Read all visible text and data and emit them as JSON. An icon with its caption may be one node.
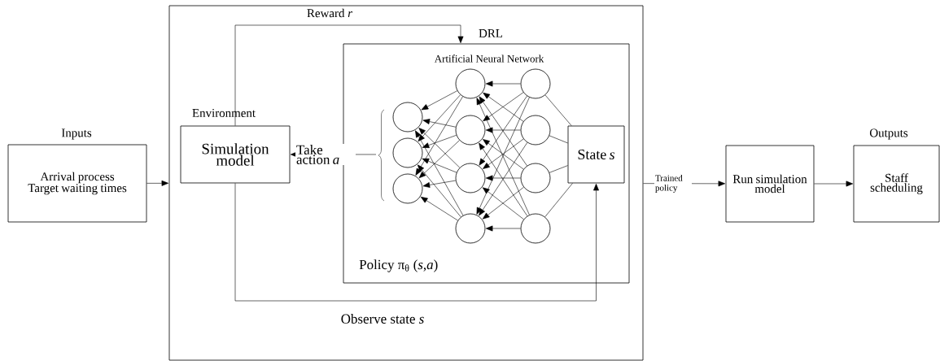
{
  "diagram": {
    "nodes": [
      {
        "text": [
          "Inputs",
          "Arrival process Target waiting times"
        ]
      },
      {
        "text": [],
        "shape": "box"
      },
      {
        "text": [
          "Environment",
          "Simulation model"
        ],
        "in": 1
      },
      {
        "text": [
          "DRL",
          "Artificial Neural Network",
          "Policy π$_{θ}$ (*s*,*a*)"
        ],
        "in": 1
      },
      {
        "text": [],
        "shape": "circle",
        "in": 3
      },
      {
        "text": [],
        "shape": "circle",
        "in": 3
      },
      {
        "text": [],
        "shape": "circle",
        "in": 3
      },
      {
        "text": [],
        "shape": "circle",
        "in": 3
      },
      {
        "text": [],
        "shape": "circle",
        "in": 3
      },
      {
        "text": [],
        "shape": "circle",
        "in": 3
      },
      {
        "text": [],
        "shape": "circle",
        "in": 3
      },
      {
        "text": [],
        "shape": "circle",
        "in": 3
      },
      {
        "text": [],
        "shape": "circle",
        "in": 3
      },
      {
        "text": [],
        "shape": "circle",
        "in": 3
      },
      {
        "text": [],
        "shape": "circle",
        "in": 3
      },
      {
        "text": [
          "State *s*"
        ],
        "in": 3
      },
      {
        "text": [
          "Run simulation model"
        ]
      },
      {
        "text": [
          "Outputs",
          "Staff scheduling"
        ]
      }
    ],
    "edges": [
      {
        "from": 0,
        "to": 1,
        "arrow": "to"
      },
      {
        "from": 2,
        "to": 3,
        "arrow": "to",
        "label": "Reward *r*"
      },
      {
        "from": null,
        "to": 2,
        "arrow": "to",
        "label": "Take action *a*"
      },
      {
        "from": 2,
        "to": 15,
        "arrow": "to",
        "label": "Observe state *s*"
      },
      {
        "from": 1,
        "to": 16,
        "arrow": "to",
        "label": "Trained policy"
      },
      {
        "from": 16,
        "to": 17,
        "arrow": "to"
      },
      {
        "from": 7,
        "to": 4,
        "arrow": "to"
      },
      {
        "from": 7,
        "to": 5,
        "arrow": "to"
      },
      {
        "from": 7,
        "to": 6,
        "arrow": "to"
      },
      {
        "from": 8,
        "to": 4,
        "arrow": "to"
      },
      {
        "from": 8,
        "to": 5,
        "arrow": "to"
      },
      {
        "from": 8,
        "to": 6,
        "arrow": "to"
      },
      {
        "from": 9,
        "to": 4,
        "arrow": "to"
      },
      {
        "from": 9,
        "to": 5,
        "arrow": "to"
      },
      {
        "from": 9,
        "to": 6,
        "arrow": "to"
      },
      {
        "from": 10,
        "to": 4,
        "arrow": "to"
      },
      {
        "from": 10,
        "to": 5,
        "arrow": "to"
      },
      {
        "from": 10,
        "to": 6,
        "arrow": "to"
      },
      {
        "from": 11,
        "to": 7,
        "arrow": "to"
      },
      {
        "from": 11,
        "to": 8,
        "arrow": "to"
      },
      {
        "from": 11,
        "to": 9,
        "arrow": "to"
      },
      {
        "from": 11,
        "to": 10,
        "arrow": "to"
      },
      {
        "from": 12,
        "to": 7,
        "arrow": "to"
      },
      {
        "from": 12,
        "to": 8,
        "arrow": "to"
      },
      {
        "from": 12,
        "to": 9,
        "arrow": "to"
      },
      {
        "from": 12,
        "to": 10,
        "arrow": "to"
      },
      {
        "from": 13,
        "to": 7,
        "arrow": "to"
      },
      {
        "from": 13,
        "to": 8,
        "arrow": "to"
      },
      {
        "from": 13,
        "to": 9,
        "arrow": "to"
      },
      {
        "from": 13,
        "to": 10,
        "arrow": "to"
      },
      {
        "from": 14,
        "to": 7,
        "arrow": "to"
      },
      {
        "from": 14,
        "to": 8,
        "arrow": "to"
      },
      {
        "from": 14,
        "to": 9,
        "arrow": "to"
      },
      {
        "from": 14,
        "to": 10,
        "arrow": "to"
      },
      {
        "from": 15,
        "to": 11,
        "arrow": "none"
      },
      {
        "from": 15,
        "to": 12,
        "arrow": "none"
      },
      {
        "from": 15,
        "to": 13,
        "arrow": "none"
      },
      {
        "from": 15,
        "to": 14,
        "arrow": "none"
      }
    ]
  }
}
